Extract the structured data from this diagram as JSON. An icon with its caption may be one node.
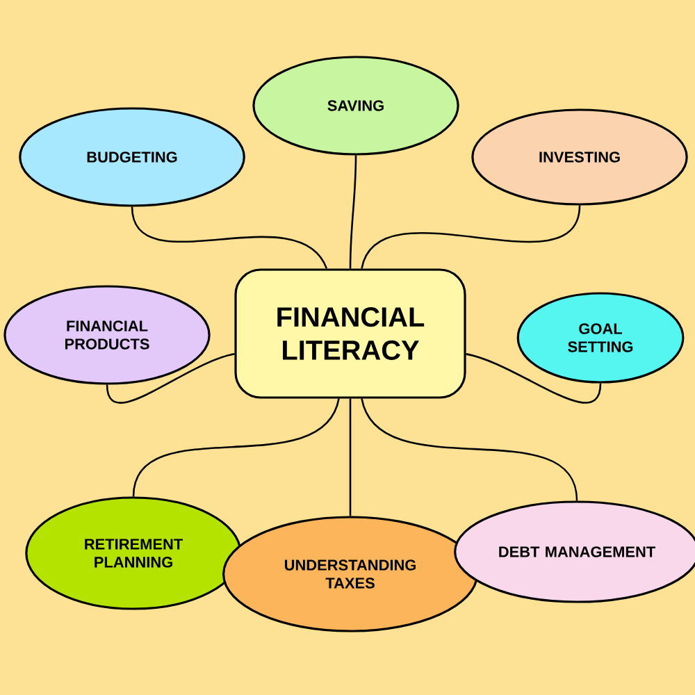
{
  "diagram": {
    "nodes": [
      {
        "text": [
          "FINANCIAL LITERACY"
        ]
      },
      {
        "text": [
          "BUDGETING"
        ]
      },
      {
        "text": [
          "SAVING"
        ]
      },
      {
        "text": [
          "INVESTING"
        ]
      },
      {
        "text": [
          "FINANCIAL PRODUCTS"
        ]
      },
      {
        "text": [
          "GOAL SETTING"
        ]
      },
      {
        "text": [
          "RETIREMENT PLANNING"
        ]
      },
      {
        "text": [
          "UNDERSTANDING TAXES"
        ]
      },
      {
        "text": [
          "DEBT MANAGEMENT"
        ]
      }
    ],
    "edges": [
      {
        "from": 0,
        "to": 1,
        "arrow": "none"
      },
      {
        "from": 0,
        "to": 2,
        "arrow": "none"
      },
      {
        "from": 0,
        "to": 3,
        "arrow": "none"
      },
      {
        "from": 0,
        "to": 4,
        "arrow": "none"
      },
      {
        "from": 0,
        "to": 5,
        "arrow": "none"
      },
      {
        "from": 0,
        "to": 6,
        "arrow": "none"
      },
      {
        "from": 0,
        "to": 7,
        "arrow": "none"
      },
      {
        "from": 0,
        "to": 8,
        "arrow": "none"
      }
    ]
  }
}
